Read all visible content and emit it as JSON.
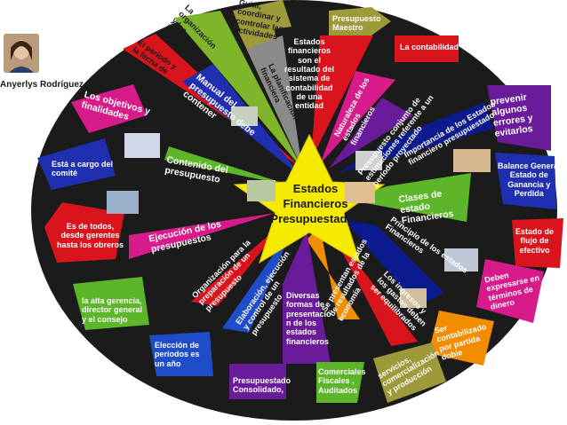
{
  "author": {
    "name": "Anyerlys\nRodríguez"
  },
  "center": {
    "title": "Estados\nFinancieros\nPresupuestados"
  },
  "labels": {
    "guiar": "Guiar,\ncoordinar y\ncontrolar las\nactividades",
    "organizacion_instrucciones": "La\norganización\ny las\ninstrucciones",
    "periodo": "El período y\nla fecha de\nlos informes",
    "objetivos": "Los objetivos y\nfinalidades",
    "cargo_comite": "Está a cargo del\ncomité",
    "gerentes": "Es de todos,\ndesde gerentes\nhasta los obreros",
    "alta_gerencia": "la alta gerencia,\ndirector general\ny el consejo",
    "eleccion": "Elección de\nperíodos es\nun año",
    "manual": "Manual del\npresupuesto debe\ncontener",
    "contenido": "Contenido del\npresupuesto",
    "planificacion": "La planificación\nfinanciera",
    "presupuesto_maestro": "Presupuesto\nMaestro",
    "estados_financieros_son": "Estados\nfinancieros\nson el\nresultado del\nsistema de\ncontabilidad\nde una\nentidad",
    "naturaleza": "Naturaleza de los\nestados\nfinancieros",
    "contabilidad": "La contabilidad",
    "conjunto": "Presupuesto conjunto de\nestimaciones referente a un\nperíodo proyectado",
    "importancia": "Importancia de los Estados\nfinanciero presupuestado",
    "prevenir": "prevenir\nalgunos\nerrores y\nevitarlos",
    "balance": "Balance General\nEstado de\nGanancia y\nPerdida",
    "clases": "Clases de\nestado\nFinancieros",
    "flujo": "Estado de\nflujo de\nefectivo",
    "principio": "Principio de los estados\nFinancieros",
    "expresar": "Deben\nexpresarse en\ntérminos de\ndinero",
    "ingresos": "Los ingresos y\nlos gastos deben\nser equilibrados",
    "contabilizado": "Ser\ncontabilizado\npor partida\ndoble",
    "servicios": "servicios,\ncomercialización\ny producción",
    "presentan": "Se presentan estados\nde resultados de la\neconomía",
    "ejecucion": "Ejecución de los\npresupuestos",
    "organizacion_preparacion": "Organización para la\npreparación de un\npresupuesto",
    "elaboracion": "Elaboración, ejecución\ny control de un\npresupuesto",
    "diversas": "Diversas\nformas de\npresentació\nn de los\nestados\nfinancieros",
    "consolidado": "Presupuestado\nConsolidado,",
    "comerciales": "Comerciales\nFiscales ,\nAuditados"
  },
  "colors": {
    "background": "#1b1b1b",
    "star": "#f6ea00",
    "red": "#d9141c",
    "magenta": "#d81b8a",
    "navy": "#0b1a8c",
    "purple": "#6a1b9a",
    "green": "#5db52a",
    "orange": "#f28c00",
    "olive": "#9e9a3a",
    "blue": "#1f4cc9"
  }
}
